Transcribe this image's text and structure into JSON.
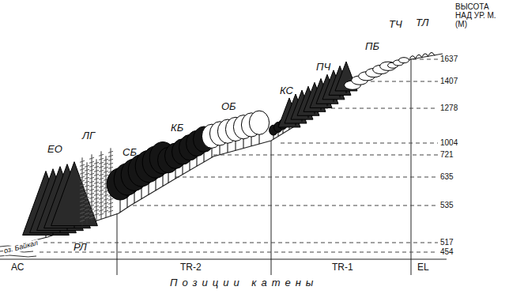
{
  "diagram": {
    "caption": "Позиции катены",
    "labels": [
      "ВЫСОТА НАД УР. М. (М)",
      "1637",
      "1407",
      "1278",
      "1004",
      "721",
      "635",
      "535",
      "517",
      "454",
      "ЕО",
      "ЛГ",
      "СБ",
      "КБ",
      "ОБ",
      "КС",
      "ПЧ",
      "ПБ",
      "ТЧ",
      "ТЛ",
      "РЛ",
      "оз. Байкал",
      "АС",
      "TR-2",
      "TR-1",
      "EL"
    ]
  }
}
